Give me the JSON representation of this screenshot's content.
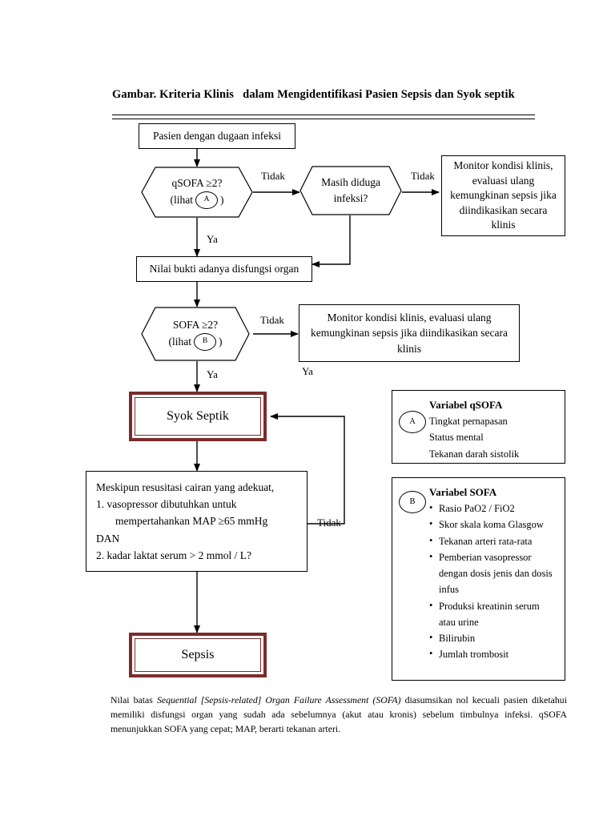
{
  "title": "Gambar. Kriteria Klinis   dalam Mengidentifikasi Pasien Sepsis dan Syok septik",
  "nodes": {
    "start": "Pasien dengan dugaan infeksi",
    "qsofa": {
      "line1": "qSOFA ≥2?",
      "lihat_open": "(lihat",
      "marker": "A",
      "lihat_close": ")"
    },
    "masih_diduga": {
      "line1": "Masih diduga",
      "line2": "infeksi?"
    },
    "monitor_top": "Monitor kondisi klinis, evaluasi ulang kemungkinan sepsis jika diindikasikan secara klinis",
    "nilai_bukti": "Nilai bukti adanya disfungsi organ",
    "sofa": {
      "line1": "SOFA ≥2?",
      "lihat_open": "(lihat",
      "marker": "B",
      "lihat_close": ")"
    },
    "monitor_mid": "Monitor kondisi klinis, evaluasi ulang kemungkinan sepsis jika diindikasikan secara klinis",
    "syok_septik": "Syok Septik",
    "criteria": {
      "line1": "Meskipun resusitasi cairan yang adekuat,",
      "line2": "1. vasopressor dibutuhkan untuk",
      "line3": "mempertahankan MAP ≥65 mmHg",
      "line4": "DAN",
      "line5": "2. kadar laktat serum > 2 mmol / L?"
    },
    "sepsis": "Sepsis"
  },
  "edge_labels": {
    "tidak_qsofa": "Tidak",
    "tidak_masih": "Tidak",
    "ya_qsofa": "Ya",
    "tidak_sofa": "Tidak",
    "ya_sofa_right": "Ya",
    "ya_sofa": "Ya",
    "tidak_criteria": "Tidak"
  },
  "legends": {
    "qsofa": {
      "marker": "A",
      "heading": "Variabel qSOFA",
      "items": [
        "Tingkat pernapasan",
        "Status mental",
        "Tekanan darah sistolik"
      ]
    },
    "sofa": {
      "marker": "B",
      "heading": "Variabel SOFA",
      "items": [
        {
          "text": "Rasio PaO2 / FiO2",
          "cont": []
        },
        {
          "text": "Skor skala koma Glasgow",
          "cont": []
        },
        {
          "text": "Tekanan arteri rata-rata",
          "cont": []
        },
        {
          "text": "Pemberian vasopressor",
          "cont": [
            "dengan dosis jenis dan dosis",
            "infus"
          ]
        },
        {
          "text": "Produksi kreatinin serum",
          "cont": [
            "atau urine"
          ]
        },
        {
          "text": "Bilirubin",
          "cont": []
        },
        {
          "text": "Jumlah trombosit",
          "cont": []
        }
      ]
    }
  },
  "footnote": {
    "part1": "Nilai batas ",
    "italic": "Sequential [Sepsis-related] Organ Failure Assessment (SOFA)",
    "part2": " diasumsikan nol kecuali pasien diketahui memiliki disfungsi organ yang sudah ada sebelumnya (akut atau kronis) sebelum timbulnya infeksi. qSOFA menunjukkan SOFA yang cepat; MAP, berarti tekanan arteri."
  },
  "colors": {
    "maroon": "#7B2B2B",
    "line": "#000000",
    "background": "#FFFFFF"
  }
}
